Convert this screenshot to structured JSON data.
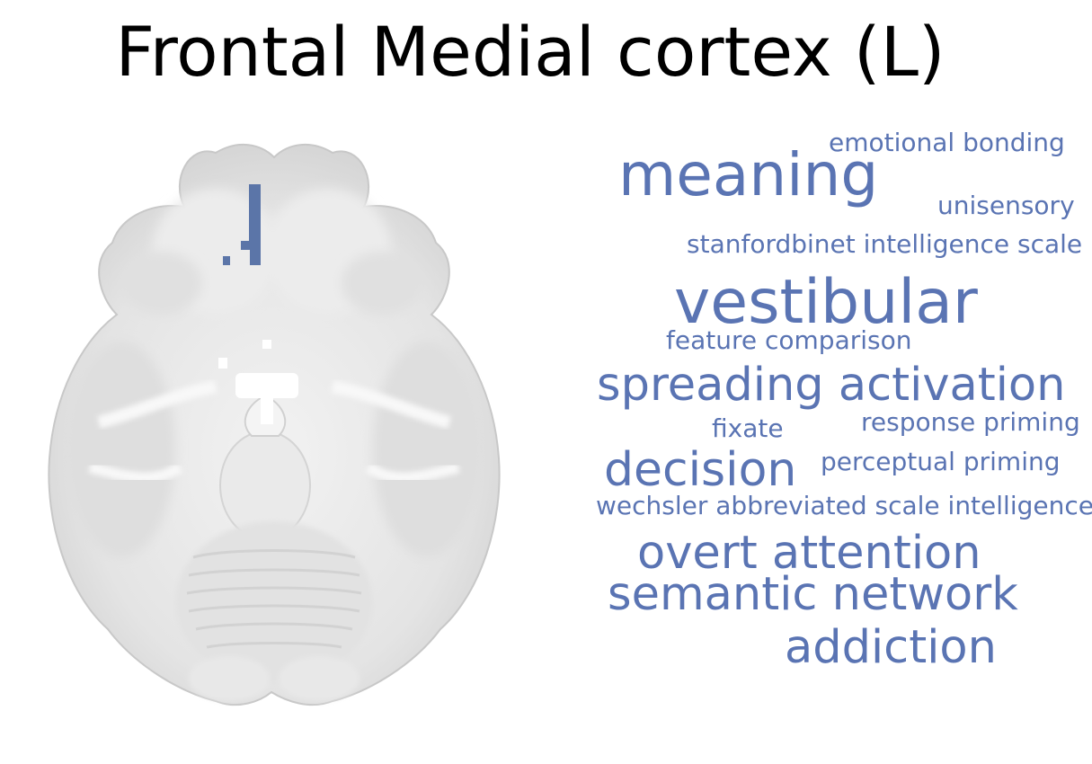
{
  "title": "Frontal Medial cortex (L)",
  "colors": {
    "word": "#5a74b3",
    "highlight": "#5b75a8",
    "brain": "#e6e6e6"
  },
  "brain_image": {
    "icon": "brain-axial-slice",
    "highlight_region": "left frontal medial cortex"
  },
  "words": [
    "emotional bonding",
    "meaning",
    "unisensory",
    "stanfordbinet intelligence scale",
    "vestibular",
    "feature comparison",
    "spreading activation",
    "fixate",
    "response priming",
    "decision",
    "perceptual priming",
    "wechsler abbreviated scale intelligence",
    "overt attention",
    "semantic network",
    "addiction"
  ]
}
